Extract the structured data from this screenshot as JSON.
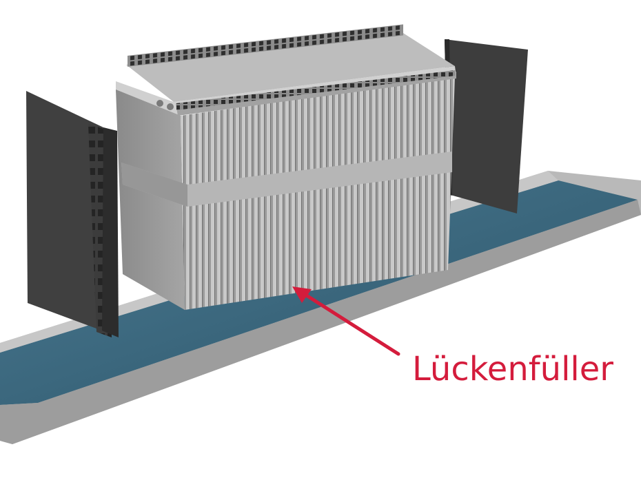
{
  "annotation": {
    "label": "Lückenfüller",
    "color": "#d41c3c"
  },
  "colors": {
    "rail": "#a8a8a8",
    "rail_groove": "#36657e",
    "housing": "#9c9c9c",
    "plate": "#3f3f3f",
    "fin": "#c8c8c8"
  },
  "components": [
    "rail",
    "housing",
    "left-plate",
    "right-plate",
    "gap-filler-arrow"
  ]
}
